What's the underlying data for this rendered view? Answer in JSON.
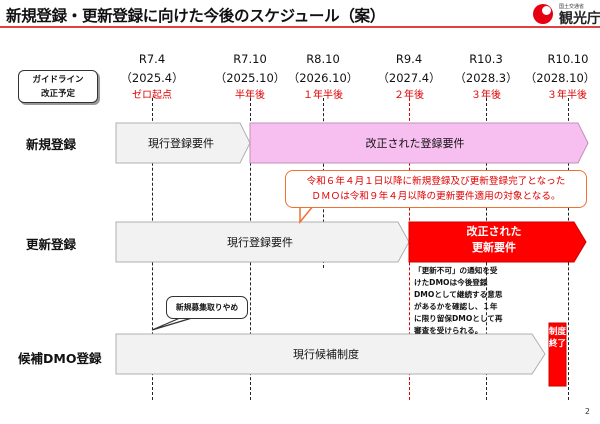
{
  "header": {
    "title": "新規登録・更新登録に向けた今後のスケジュール（案）",
    "logo_small": "国土交通省",
    "logo_main": "観光庁"
  },
  "milestones": [
    {
      "date": "R7.4",
      "paren": "（2025.4）",
      "relative": "ゼロ起点"
    },
    {
      "date": "R7.10",
      "paren": "（2025.10）",
      "relative": "半年後"
    },
    {
      "date": "R8.10",
      "paren": "（2026.10）",
      "relative": "１年半後"
    },
    {
      "date": "R9.4",
      "paren": "（2027.4）",
      "relative": "２年後"
    },
    {
      "date": "R10.3",
      "paren": "（2028.3）",
      "relative": "３年後"
    },
    {
      "date": "R10.10",
      "paren": "（2028.10）",
      "relative": "３年半後"
    }
  ],
  "guideline_box": {
    "line1": "ガイドライン",
    "line2": "改正予定"
  },
  "rows": {
    "new_registration": {
      "label": "新規登録",
      "current": "現行登録要件",
      "revised": "改正された登録要件"
    },
    "renewal": {
      "label": "更新登録",
      "current": "現行登録要件",
      "revised_line1": "改正された",
      "revised_line2": "更新要件"
    },
    "candidate": {
      "label": "候補DMO登録",
      "current": "現行候補制度",
      "end_label": "制度終了",
      "stop_note": "新規募集取りやめ"
    }
  },
  "notes": {
    "red_line1": "令和６年４月１日以降に新規登録及び更新登録完了となった",
    "red_line2": "ＤＭＯは令和９年４月以降の更新要件適用の対象となる。",
    "not_renewed": [
      "「更新不可」の通知を受",
      "けたDMOは今後登録",
      "DMOとして継続する意思",
      "があるかを確認し、１年",
      "に限り留保DMOとして再",
      "審査を受けられる。"
    ]
  },
  "page_number": "2",
  "colors": {
    "accent_red": "#e00000",
    "revised_pink": "#f7bff0",
    "current_gray": "#f2f2f2",
    "title_rule": "#e04040",
    "note_border": "#f07030"
  }
}
